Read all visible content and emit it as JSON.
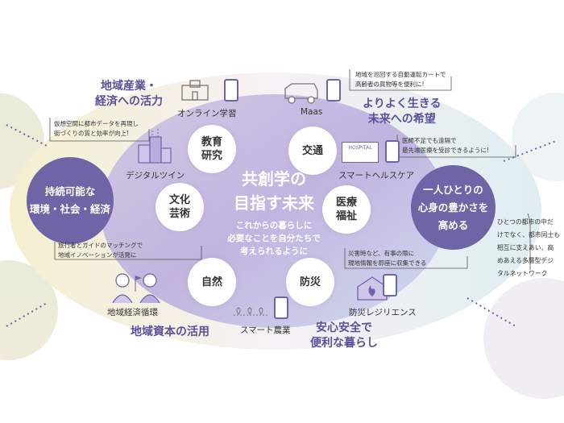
{
  "title": {
    "line1": "共創学の",
    "line2": "目指す未来"
  },
  "subtitle": "これからの暮らしに\n必要なことを自分たちで\n考えられるように",
  "nodes": {
    "education": "教育\n研究",
    "transport": "交通",
    "culture": "文化\n芸術",
    "medical": "医療\n福祉",
    "nature": "自然",
    "disaster": "防災"
  },
  "left_circle": "持続可能な\n環境・社会・経済",
  "right_circle": "一人ひとりの\n心身の豊かさを\n高める",
  "headings": {
    "regional_industry": "地域産業・\n経済への活力",
    "better_living": "よりよく生きる\n未来への希望",
    "regional_capital": "地域資本の活用",
    "safety": "安心安全で\n便利な暮らし"
  },
  "labels": {
    "online": "オンライン学習",
    "maas": "Maas",
    "twin": "デジタルツイン",
    "healthcare": "スマートヘルスケア",
    "economy": "地域経済循環",
    "agriculture": "スマート農業",
    "resilience": "防災レジリエンス",
    "hospital": "HOSPITAL"
  },
  "notes": {
    "maas": "地域を巡回する自動運転カートで\n高齢者の買物等を便利に!",
    "twin": "仮想空間に都市データを再現し\n街づくりの質と効率が向上!",
    "healthcare": "医師不足でも遠隔で\n最先端医療を受診できるように!",
    "economy": "旅行者とガイドのマッチングで\n地域イノベーションが活発に",
    "disaster": "災害時など、有事の際に\n現地情報を即座に収集できる",
    "network": "ひとつの都市の中だ\nけでなく、都市同士も\n相互に支えあい、高\nめあえる多層型デジ\nタルネットワーク"
  },
  "colors": {
    "accent": "#6f64a6",
    "heading": "#5c4f99"
  }
}
